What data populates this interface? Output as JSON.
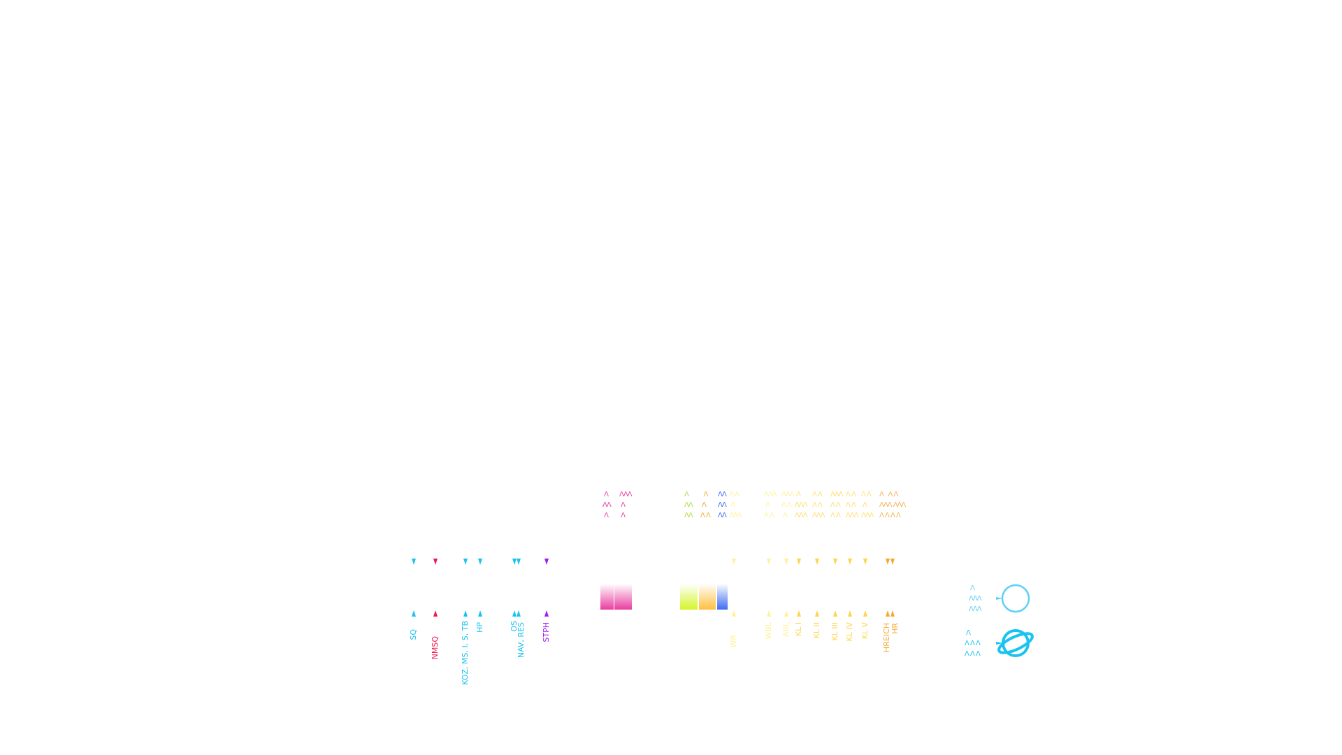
{
  "markers": [
    {
      "label": "SQ",
      "color": "#19c3f0"
    },
    {
      "label": "NMSQ",
      "color": "#f0194f"
    },
    {
      "label": "KOZ, MS, I, S, TB",
      "color": "#19c3f0"
    },
    {
      "label": "HP",
      "color": "#19c3f0"
    },
    {
      "label": "OS",
      "color": "#19c3f0"
    },
    {
      "label": "NAV, RES",
      "color": "#19c3f0"
    },
    {
      "label": "STPH",
      "color": "#a319f0"
    },
    {
      "label": "WR",
      "color": "#fff29a"
    },
    {
      "label": "WBL",
      "color": "#fff29a"
    },
    {
      "label": "ABL",
      "color": "#fff29a"
    },
    {
      "label": "KL  I",
      "color": "#ffd54a"
    },
    {
      "label": "KL  II",
      "color": "#ffd54a"
    },
    {
      "label": "KL  III",
      "color": "#ffd54a"
    },
    {
      "label": "KL  IV",
      "color": "#ffd54a"
    },
    {
      "label": "KL  V",
      "color": "#ffd54a"
    },
    {
      "label": "HREICH",
      "color": "#f5a933"
    },
    {
      "label": "HR",
      "color": "#f5a933"
    }
  ],
  "glyph_groups": [
    {
      "color": "#e83fa0",
      "rows": [
        " Λ",
        "ΛΛ",
        " Λ"
      ]
    },
    {
      "color": "#e83fa0",
      "rows": [
        "ΛΛΛ",
        " Λ",
        " Λ"
      ]
    },
    {
      "color": "#a8e040",
      "rows": [
        "Λ",
        "ΛΛ",
        "ΛΛ"
      ]
    },
    {
      "color": "#f5a933",
      "rows": [
        "  Λ",
        " Λ",
        "Λ Λ"
      ]
    },
    {
      "color": "#3e6ef0",
      "rows": [
        "ΛΛ",
        "ΛΛ",
        "ΛΛ"
      ]
    },
    {
      "color": "#fff29a",
      "rows": [
        "Λ Λ",
        " Λ",
        "ΛΛΛ"
      ]
    },
    {
      "color": "#fff29a",
      "rows": [
        "ΛΛΛ",
        " Λ",
        "Λ Λ"
      ]
    },
    {
      "color": "#fff29a",
      "rows": [
        "ΛΛΛ",
        "Λ Λ",
        " Λ"
      ]
    },
    {
      "color": "#ffe070",
      "rows": [
        " Λ",
        "ΛΛΛ",
        "ΛΛΛ"
      ]
    },
    {
      "color": "#ffe070",
      "rows": [
        "Λ Λ",
        "Λ Λ",
        "ΛΛΛ"
      ]
    },
    {
      "color": "#ffe070",
      "rows": [
        "ΛΛΛ",
        "Λ Λ",
        "Λ Λ"
      ]
    },
    {
      "color": "#ffe070",
      "rows": [
        "Λ Λ",
        "Λ Λ",
        "ΛΛΛ"
      ]
    },
    {
      "color": "#ffe070",
      "rows": [
        "Λ Λ",
        " Λ",
        "ΛΛΛ"
      ]
    },
    {
      "color": "#f5b050",
      "rows": [
        "Λ   Λ Λ",
        "ΛΛΛ ΛΛΛ",
        "Λ Λ Λ Λ"
      ]
    },
    {
      "color": "#5fd0f5",
      "rows": [
        " Λ",
        "ΛΛΛ",
        "ΛΛΛ"
      ]
    },
    {
      "color": "#19c3f0",
      "rows": [
        " Λ",
        "Λ Λ Λ",
        "Λ Λ Λ"
      ]
    }
  ],
  "bars": [
    {
      "name": "pink-bar-1",
      "color": "#e83fa0"
    },
    {
      "name": "pink-bar-2",
      "color": "#e83fa0"
    },
    {
      "name": "green-bar",
      "color": "#d4f52a"
    },
    {
      "name": "orange-bar",
      "color": "#ffc040"
    },
    {
      "name": "blue-bar",
      "color": "#3e6ef0"
    }
  ],
  "legend": [
    {
      "name": "moon-icon",
      "color": "#5fd0f5"
    },
    {
      "name": "planet-icon",
      "color": "#19c3f0"
    }
  ]
}
